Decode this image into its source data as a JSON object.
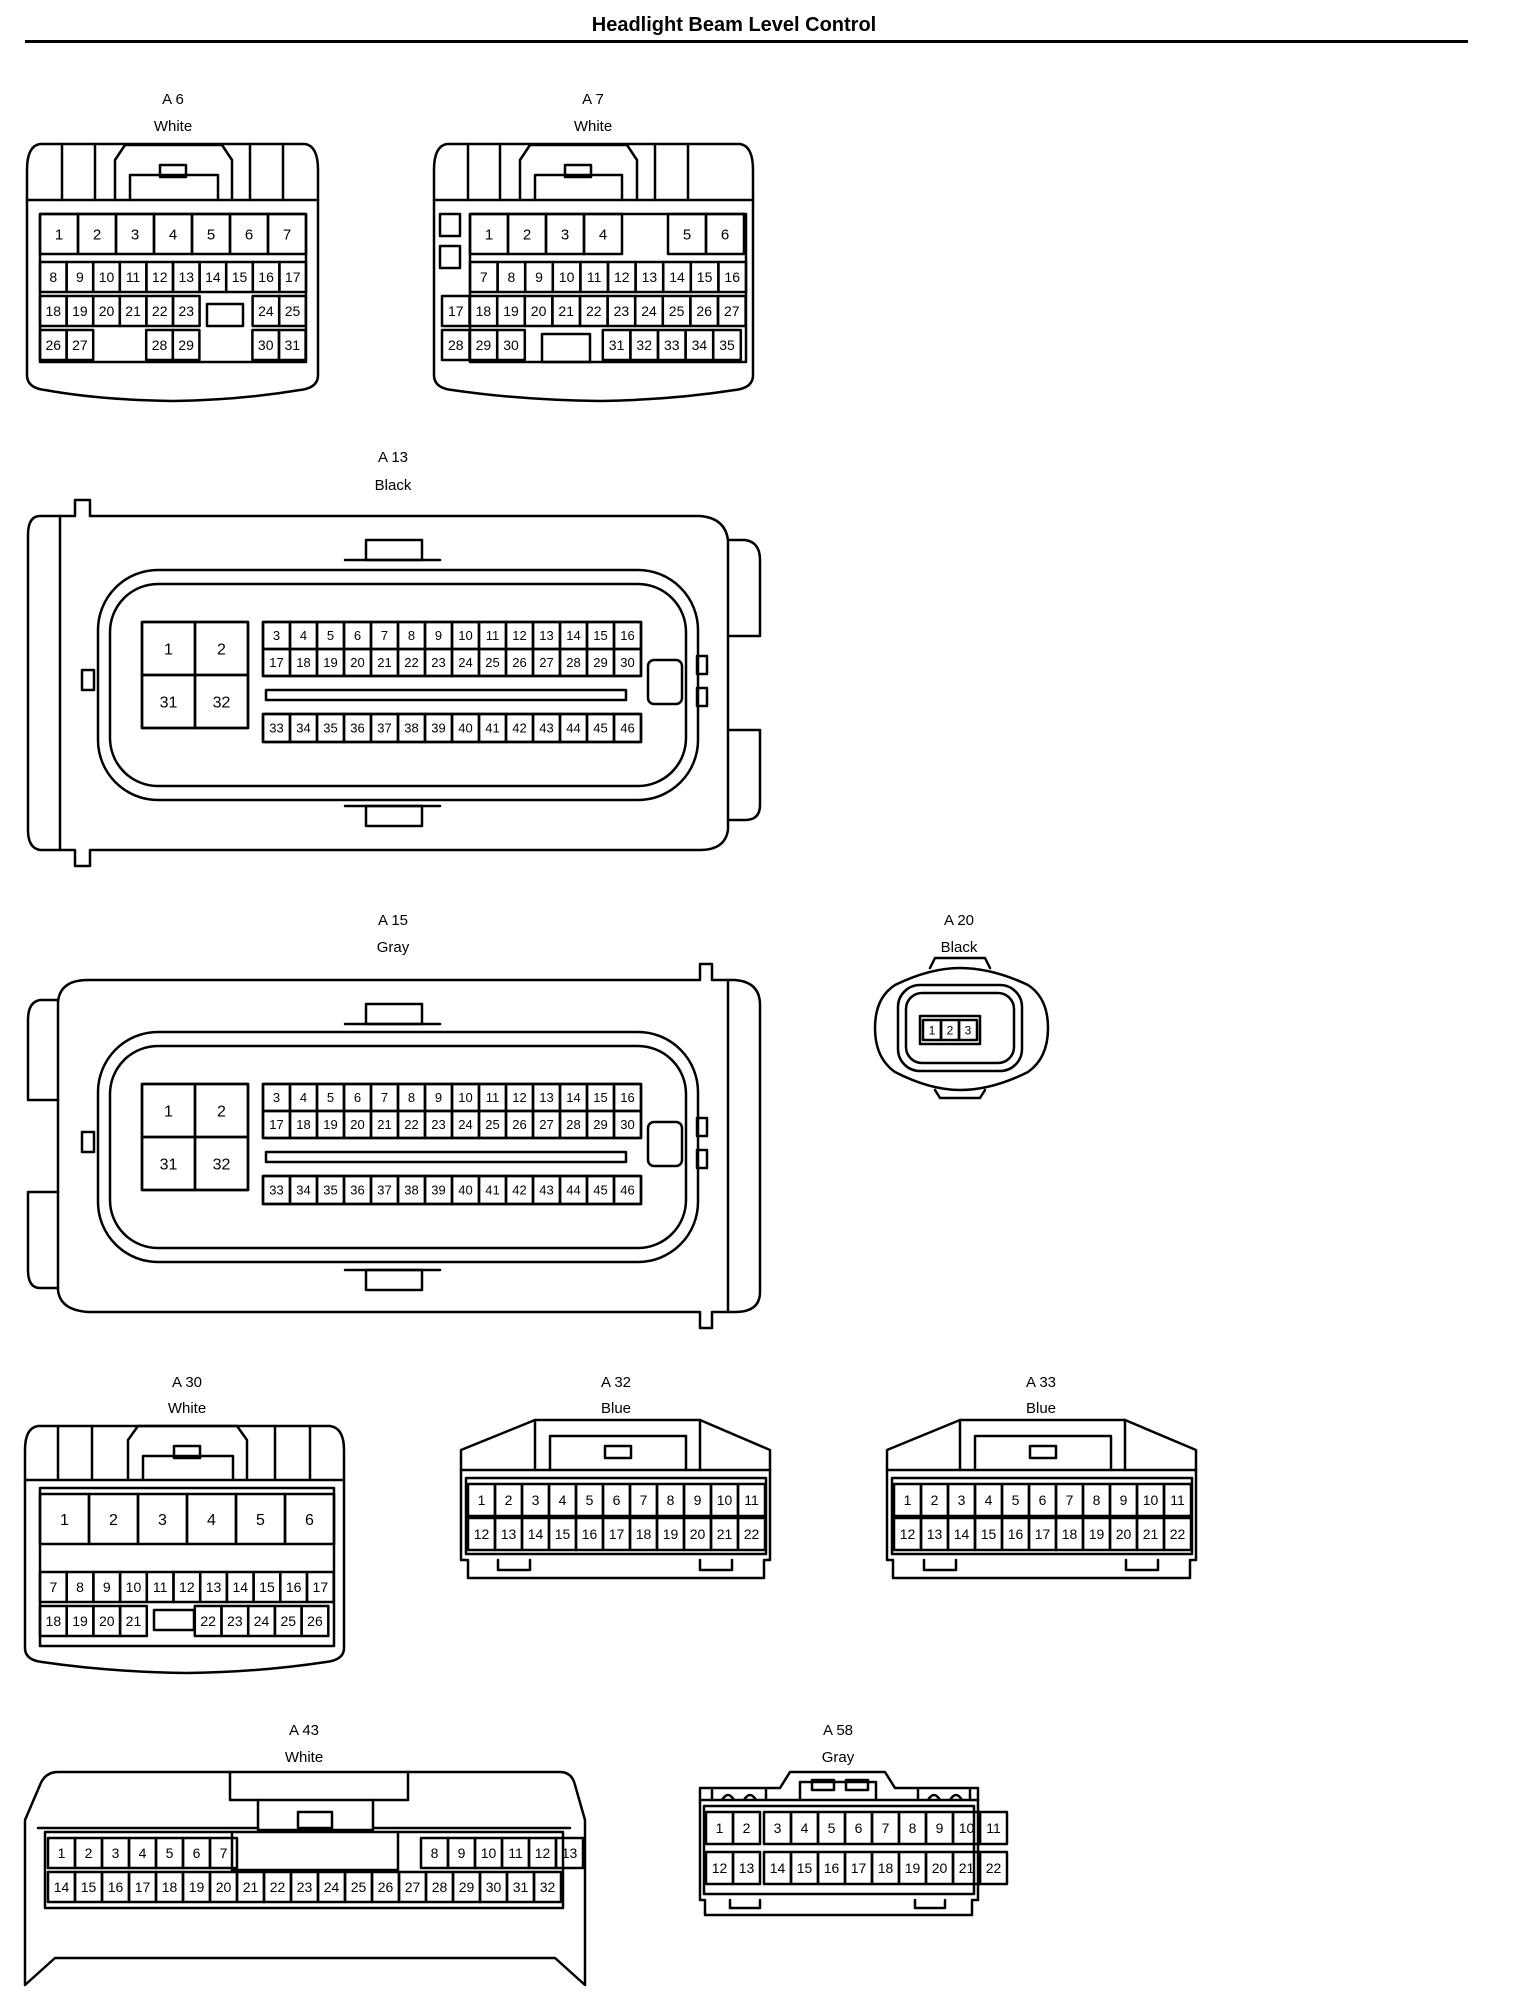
{
  "page": {
    "title": "Headlight Beam Level Control"
  },
  "connectors": {
    "a6": {
      "id": "A 6",
      "color": "White"
    },
    "a7": {
      "id": "A 7",
      "color": "White"
    },
    "a13": {
      "id": "A 13",
      "color": "Black"
    },
    "a15": {
      "id": "A 15",
      "color": "Gray"
    },
    "a20": {
      "id": "A 20",
      "color": "Black"
    },
    "a30": {
      "id": "A 30",
      "color": "White"
    },
    "a32": {
      "id": "A 32",
      "color": "Blue"
    },
    "a33": {
      "id": "A 33",
      "color": "Blue"
    },
    "a43": {
      "id": "A 43",
      "color": "White"
    },
    "a58": {
      "id": "A 58",
      "color": "Gray"
    }
  },
  "pins": {
    "a6": {
      "row1": [
        "1",
        "2",
        "3",
        "4",
        "5",
        "6",
        "7"
      ],
      "row2": [
        "8",
        "9",
        "10",
        "11",
        "12",
        "13",
        "14",
        "15",
        "16",
        "17"
      ],
      "row3": [
        "18",
        "19",
        "20",
        "21",
        "22",
        "23",
        "24",
        "25"
      ],
      "row4": [
        "26",
        "27",
        "28",
        "29",
        "30",
        "31"
      ]
    },
    "a7": {
      "row1": [
        "1",
        "2",
        "3",
        "4",
        "5",
        "6"
      ],
      "row2": [
        "7",
        "8",
        "9",
        "10",
        "11",
        "12",
        "13",
        "14",
        "15",
        "16"
      ],
      "row3": [
        "17",
        "18",
        "19",
        "20",
        "21",
        "22",
        "23",
        "24",
        "25",
        "26",
        "27"
      ],
      "row4": [
        "28",
        "29",
        "30",
        "31",
        "32",
        "33",
        "34",
        "35"
      ]
    },
    "a13": {
      "big": [
        "1",
        "2",
        "31",
        "32"
      ],
      "row1": [
        "3",
        "4",
        "5",
        "6",
        "7",
        "8",
        "9",
        "10",
        "11",
        "12",
        "13",
        "14",
        "15",
        "16"
      ],
      "row2": [
        "17",
        "18",
        "19",
        "20",
        "21",
        "22",
        "23",
        "24",
        "25",
        "26",
        "27",
        "28",
        "29",
        "30"
      ],
      "row3": [
        "33",
        "34",
        "35",
        "36",
        "37",
        "38",
        "39",
        "40",
        "41",
        "42",
        "43",
        "44",
        "45",
        "46"
      ]
    },
    "a15": {
      "big": [
        "1",
        "2",
        "31",
        "32"
      ],
      "row1": [
        "3",
        "4",
        "5",
        "6",
        "7",
        "8",
        "9",
        "10",
        "11",
        "12",
        "13",
        "14",
        "15",
        "16"
      ],
      "row2": [
        "17",
        "18",
        "19",
        "20",
        "21",
        "22",
        "23",
        "24",
        "25",
        "26",
        "27",
        "28",
        "29",
        "30"
      ],
      "row3": [
        "33",
        "34",
        "35",
        "36",
        "37",
        "38",
        "39",
        "40",
        "41",
        "42",
        "43",
        "44",
        "45",
        "46"
      ]
    },
    "a20": {
      "row1": [
        "1",
        "2",
        "3"
      ]
    },
    "a30": {
      "row1": [
        "1",
        "2",
        "3",
        "4",
        "5",
        "6"
      ],
      "row2": [
        "7",
        "8",
        "9",
        "10",
        "11",
        "12",
        "13",
        "14",
        "15",
        "16",
        "17"
      ],
      "row3": [
        "18",
        "19",
        "20",
        "21",
        "22",
        "23",
        "24",
        "25",
        "26"
      ]
    },
    "a32": {
      "row1": [
        "1",
        "2",
        "3",
        "4",
        "5",
        "6",
        "7",
        "8",
        "9",
        "10",
        "11"
      ],
      "row2": [
        "12",
        "13",
        "14",
        "15",
        "16",
        "17",
        "18",
        "19",
        "20",
        "21",
        "22"
      ]
    },
    "a33": {
      "row1": [
        "1",
        "2",
        "3",
        "4",
        "5",
        "6",
        "7",
        "8",
        "9",
        "10",
        "11"
      ],
      "row2": [
        "12",
        "13",
        "14",
        "15",
        "16",
        "17",
        "18",
        "19",
        "20",
        "21",
        "22"
      ]
    },
    "a43": {
      "row1": [
        "1",
        "2",
        "3",
        "4",
        "5",
        "6",
        "7",
        "8",
        "9",
        "10",
        "11",
        "12",
        "13"
      ],
      "row2": [
        "14",
        "15",
        "16",
        "17",
        "18",
        "19",
        "20",
        "21",
        "22",
        "23",
        "24",
        "25",
        "26",
        "27",
        "28",
        "29",
        "30",
        "31",
        "32"
      ]
    },
    "a58": {
      "row1": [
        "1",
        "2",
        "3",
        "4",
        "5",
        "6",
        "7",
        "8",
        "9",
        "10",
        "11"
      ],
      "row2": [
        "12",
        "13",
        "14",
        "15",
        "16",
        "17",
        "18",
        "19",
        "20",
        "21",
        "22"
      ]
    }
  }
}
